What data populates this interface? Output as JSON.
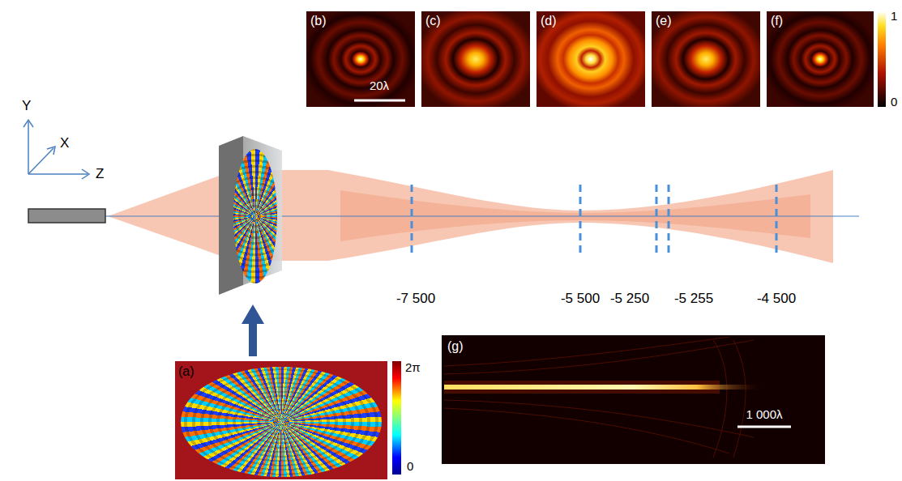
{
  "diagram": {
    "labels": [
      "(b)",
      "20λ",
      "(c)",
      "(d)",
      "(e)",
      "(f)",
      "1",
      "0",
      "Y",
      "X",
      "Z",
      "-7 500",
      "-5 500",
      "-5 250",
      "-5 255",
      "-4 500",
      "(a)",
      "2π",
      "0",
      "(g)",
      "1 000λ"
    ]
  }
}
